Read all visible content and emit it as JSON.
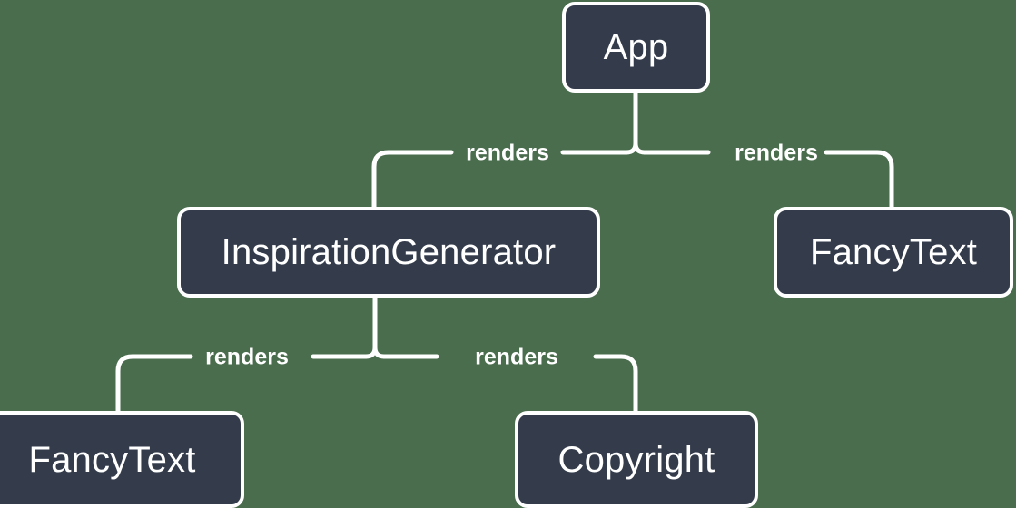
{
  "diagram": {
    "type": "component-tree",
    "background_color": "#4a6d4e",
    "node_fill_color": "#343c4c",
    "node_border_color": "#ffffff",
    "text_color": "#ffffff",
    "nodes": [
      {
        "id": "app",
        "label": "App"
      },
      {
        "id": "inspiration-generator",
        "label": "InspirationGenerator"
      },
      {
        "id": "fancytext-right",
        "label": "FancyText"
      },
      {
        "id": "fancytext-left",
        "label": "FancyText"
      },
      {
        "id": "copyright",
        "label": "Copyright"
      }
    ],
    "edges": [
      {
        "from": "app",
        "to": "inspiration-generator",
        "label": "renders"
      },
      {
        "from": "app",
        "to": "fancytext-right",
        "label": "renders"
      },
      {
        "from": "inspiration-generator",
        "to": "fancytext-left",
        "label": "renders"
      },
      {
        "from": "inspiration-generator",
        "to": "copyright",
        "label": "renders"
      }
    ]
  }
}
